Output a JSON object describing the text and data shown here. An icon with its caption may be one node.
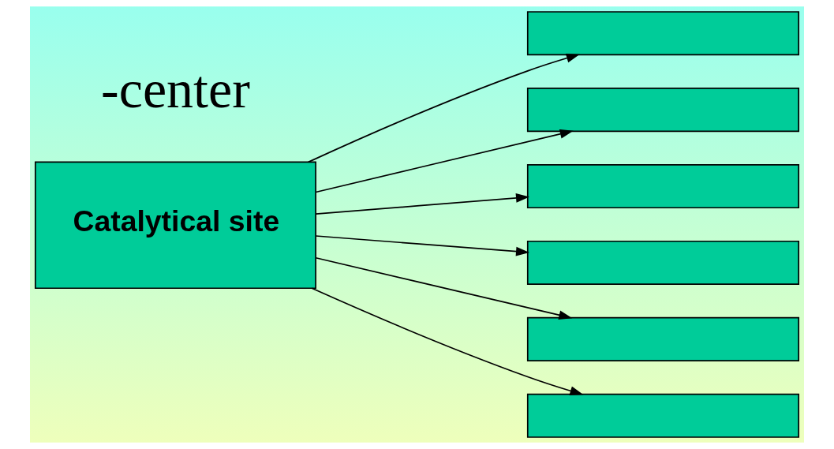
{
  "diagram": {
    "nodes": [
      {
        "text": [
          "Catalytical site"
        ]
      },
      {
        "text": [],
        "shape": "box"
      },
      {
        "text": [],
        "shape": "box"
      },
      {
        "text": [],
        "shape": "box"
      },
      {
        "text": [],
        "shape": "box"
      },
      {
        "text": [],
        "shape": "box"
      },
      {
        "text": [],
        "shape": "box"
      }
    ],
    "edges": [
      {
        "from": 0,
        "to": 1,
        "arrow": "to"
      },
      {
        "from": 0,
        "to": 2,
        "arrow": "to"
      },
      {
        "from": 0,
        "to": 3,
        "arrow": "to"
      },
      {
        "from": 0,
        "to": 4,
        "arrow": "to"
      },
      {
        "from": 0,
        "to": 5,
        "arrow": "to"
      },
      {
        "from": 0,
        "to": 6,
        "arrow": "to"
      }
    ],
    "labels": [
      "-center"
    ]
  }
}
